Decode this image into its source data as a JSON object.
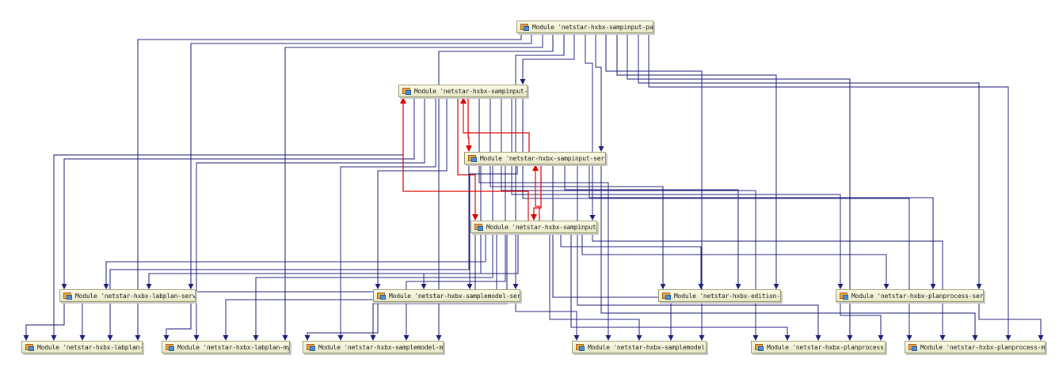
{
  "diagram": {
    "edge_colors": {
      "default": "#1c1c7a",
      "highlight": "#e00000"
    },
    "modules": [
      {
        "id": "parent",
        "label": "Module 'netstar-hxbx-sampinput-parent'"
      },
      {
        "id": "mysql",
        "label": "Module 'netstar-hxbx-sampinput-mySql'"
      },
      {
        "id": "service",
        "label": "Module 'netstar-hxbx-sampinput-service'"
      },
      {
        "id": "api",
        "label": "Module 'netstar-hxbx-sampinput-api'"
      },
      {
        "id": "labplan_service",
        "label": "Module 'netstar-hxbx-labplan-service'"
      },
      {
        "id": "samplemodel_service",
        "label": "Module 'netstar-hxbx-samplemodel-service'"
      },
      {
        "id": "edition_api",
        "label": "Module 'netstar-hxbx-edition-api'"
      },
      {
        "id": "planprocess_service",
        "label": "Module 'netstar-hxbx-planprocess-service'"
      },
      {
        "id": "labplan_api",
        "label": "Module 'netstar-hxbx-labplan-api'"
      },
      {
        "id": "labplan_mysql",
        "label": "Module 'netstar-hxbx-labplan-mySql'"
      },
      {
        "id": "samplemodel_mysql",
        "label": "Module 'netstar-hxbx-samplemodel-mySql'"
      },
      {
        "id": "samplemodel_api",
        "label": "Module 'netstar-hxbx-samplemodel-api'"
      },
      {
        "id": "planprocess_api",
        "label": "Module 'netstar-hxbx-planprocess-api'"
      },
      {
        "id": "planprocess_mysql",
        "label": "Module 'netstar-hxbx-planprocess-mySql'"
      }
    ],
    "dependencies": [
      {
        "from": "parent",
        "to": [
          "mysql",
          "service",
          "api",
          "labplan_service",
          "samplemodel_service",
          "edition_api",
          "planprocess_service",
          "labplan_api",
          "labplan_mysql",
          "samplemodel_mysql",
          "samplemodel_api",
          "planprocess_api",
          "planprocess_mysql"
        ]
      },
      {
        "from": "mysql",
        "to": [
          "service",
          "api",
          "labplan_service",
          "samplemodel_service",
          "edition_api",
          "planprocess_service",
          "labplan_api",
          "labplan_mysql",
          "samplemodel_mysql",
          "samplemodel_api",
          "planprocess_api",
          "planprocess_mysql"
        ]
      },
      {
        "from": "service",
        "to": [
          "mysql",
          "api",
          "labplan_service",
          "samplemodel_service",
          "edition_api",
          "planprocess_service",
          "labplan_api",
          "labplan_mysql",
          "samplemodel_mysql",
          "samplemodel_api",
          "planprocess_api",
          "planprocess_mysql"
        ]
      },
      {
        "from": "api",
        "to": [
          "mysql",
          "service",
          "labplan_service",
          "samplemodel_service",
          "edition_api",
          "planprocess_service",
          "labplan_api",
          "labplan_mysql",
          "samplemodel_mysql",
          "samplemodel_api",
          "planprocess_api",
          "planprocess_mysql"
        ]
      },
      {
        "from": "labplan_service",
        "to": [
          "labplan_api",
          "labplan_mysql"
        ]
      },
      {
        "from": "samplemodel_service",
        "to": [
          "samplemodel_mysql",
          "samplemodel_api"
        ]
      },
      {
        "from": "planprocess_service",
        "to": [
          "planprocess_api",
          "planprocess_mysql"
        ]
      }
    ]
  }
}
